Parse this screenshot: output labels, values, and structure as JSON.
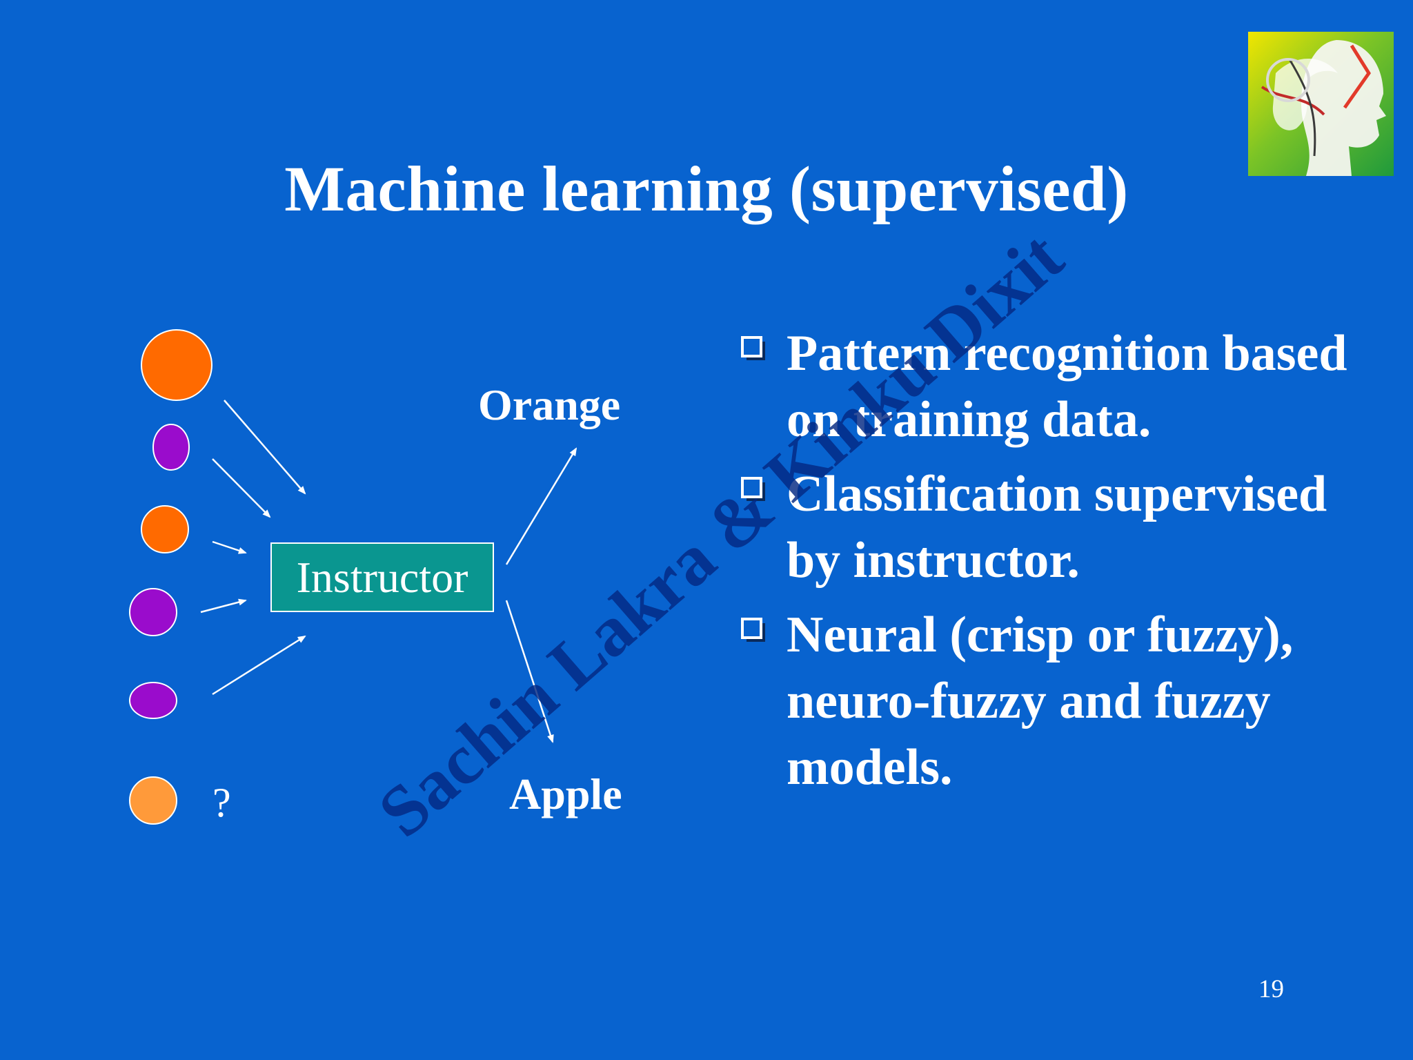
{
  "title": "Machine learning (supervised)",
  "diagram": {
    "center_label": "Instructor",
    "output_top": "Orange",
    "output_bottom": "Apple",
    "unknown_mark": "?",
    "inputs": [
      {
        "kind": "orange",
        "color": "#ff6a00"
      },
      {
        "kind": "purple",
        "color": "#9a0ccc"
      },
      {
        "kind": "orange",
        "color": "#ff6a00"
      },
      {
        "kind": "purple",
        "color": "#9a0ccc"
      },
      {
        "kind": "purple",
        "color": "#9a0ccc"
      },
      {
        "kind": "unknown-orange",
        "color": "#ff9a3a"
      }
    ],
    "box_color": "#0a9690"
  },
  "bullets": [
    "Pattern recognition based on training data.",
    "Classification supervised by instructor.",
    "Neural (crisp or fuzzy), neuro-fuzzy and fuzzy models."
  ],
  "watermark": "Sachin Lakra & Kinku Dixit",
  "page_number": "19",
  "colors": {
    "background": "#0863cf",
    "text": "#ffffff",
    "watermark": "#0a2c86"
  },
  "logo": {
    "icon": "head-profile-logo"
  }
}
